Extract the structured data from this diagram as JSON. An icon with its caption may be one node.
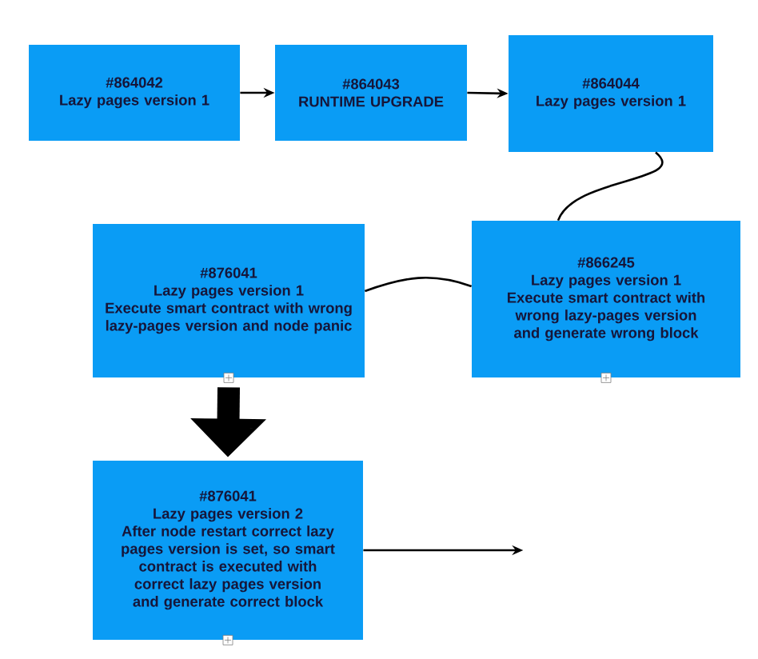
{
  "diagram": {
    "nodes": [
      {
        "text": [
          "#864042",
          "Lazy pages version 1"
        ]
      },
      {
        "text": [
          "#864043",
          "RUNTIME UPGRADE"
        ]
      },
      {
        "text": [
          "#864044",
          "Lazy pages version 1"
        ]
      },
      {
        "text": [
          "#876041",
          "Lazy pages version 1",
          "Execute smart contract with wrong lazy-pages version and node panic"
        ]
      },
      {
        "text": [
          "#866245",
          "Lazy pages version 1",
          "Execute smart contract with wrong lazy-pages version and generate wrong block"
        ]
      },
      {
        "text": [
          "#876041",
          "Lazy pages version 2",
          "After node restart correct lazy pages version is set, so smart contract is executed with correct lazy pages version and generate correct block"
        ]
      }
    ],
    "edges": [
      {
        "from": 0,
        "to": 1,
        "arrow": "to"
      },
      {
        "from": 1,
        "to": 2,
        "arrow": "to"
      },
      {
        "from": 2,
        "to": 4,
        "arrow": "none"
      },
      {
        "from": 4,
        "to": 3,
        "arrow": "none"
      },
      {
        "from": 3,
        "to": 5,
        "arrow": "to",
        "style": "thick"
      },
      {
        "from": 5,
        "to": null,
        "arrow": "to"
      }
    ]
  }
}
